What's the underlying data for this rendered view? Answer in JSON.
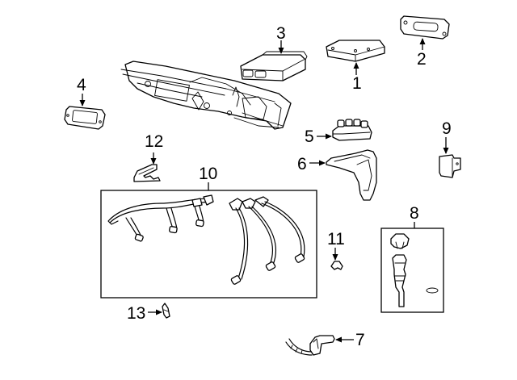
{
  "diagram": {
    "type": "exploded-parts-diagram",
    "line_color": "#000000",
    "background": "#ffffff",
    "callouts": [
      {
        "id": "1",
        "label": "1"
      },
      {
        "id": "2",
        "label": "2"
      },
      {
        "id": "3",
        "label": "3"
      },
      {
        "id": "4",
        "label": "4"
      },
      {
        "id": "5",
        "label": "5"
      },
      {
        "id": "6",
        "label": "6"
      },
      {
        "id": "7",
        "label": "7"
      },
      {
        "id": "8",
        "label": "8"
      },
      {
        "id": "9",
        "label": "9"
      },
      {
        "id": "10",
        "label": "10"
      },
      {
        "id": "11",
        "label": "11"
      },
      {
        "id": "12",
        "label": "12"
      },
      {
        "id": "13",
        "label": "13"
      }
    ]
  }
}
